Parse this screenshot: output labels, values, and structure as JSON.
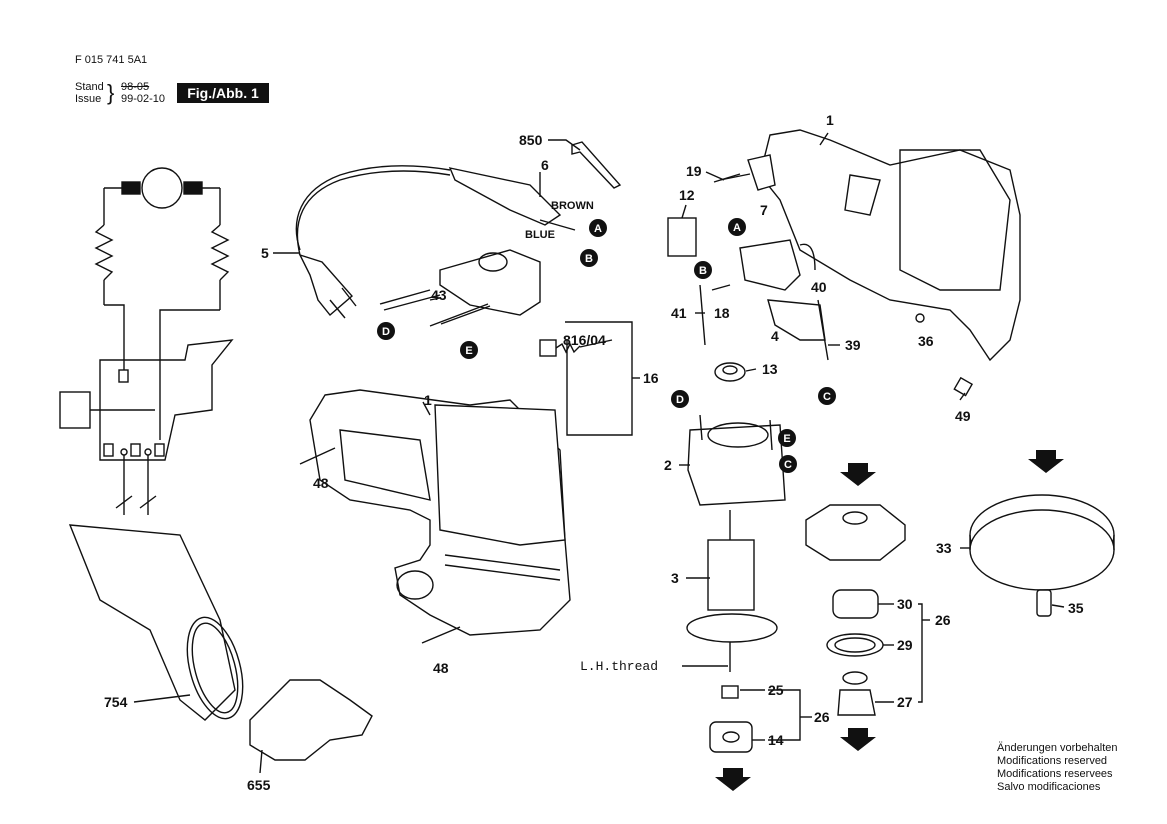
{
  "header": {
    "code": "F 015 741 5A1",
    "stand_label": "Stand",
    "stand_date": "98-05",
    "issue_label": "Issue",
    "issue_date": "99-02-10",
    "figure": "Fig./Abb. 1"
  },
  "parts": {
    "p850": "850",
    "p6": "6",
    "p5": "5",
    "p43": "43",
    "p1a": "1",
    "p19": "19",
    "p7": "7",
    "p12": "12",
    "p40": "40",
    "p41": "41",
    "p18": "18",
    "p4": "4",
    "p39": "39",
    "p36": "36",
    "p49": "49",
    "p816": "816/04",
    "p13": "13",
    "p16": "16",
    "p2": "2",
    "p1b": "1",
    "p48a": "48",
    "p48b": "48",
    "p3": "3",
    "p25": "25",
    "p26a": "26",
    "p14": "14",
    "p33": "33",
    "p35": "35",
    "p30": "30",
    "p29": "29",
    "p27": "27",
    "p26b": "26",
    "p754": "754",
    "p655": "655"
  },
  "wire_labels": {
    "brown": "BROWN",
    "blue": "BLUE",
    "thread": "L.H.thread"
  },
  "connectors": {
    "A": "A",
    "B": "B",
    "C": "C",
    "D": "D",
    "E": "E"
  },
  "notes": [
    "Änderungen vorbehalten",
    "Modifications reserved",
    "Modifications reservees",
    "Salvo modificaciones"
  ]
}
